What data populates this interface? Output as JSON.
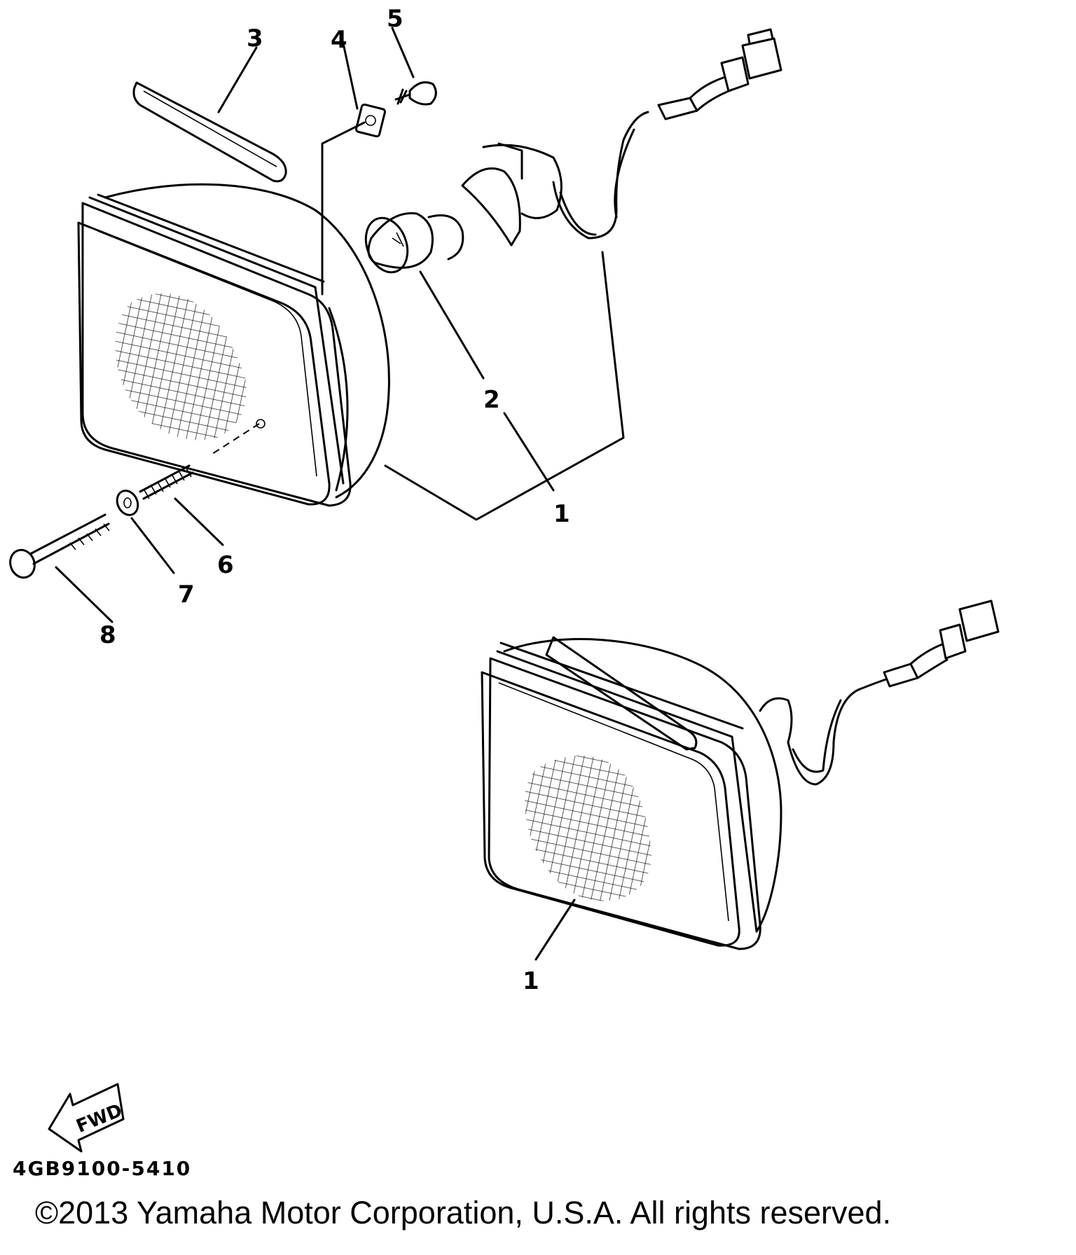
{
  "callouts": [
    "1",
    "2",
    "3",
    "4",
    "5",
    "6",
    "7",
    "8"
  ],
  "fwd_label": "FWD",
  "part_code": "4GB9100-5410",
  "copyright": "©2013 Yamaha Motor Corporation, U.S.A. All rights reserved."
}
